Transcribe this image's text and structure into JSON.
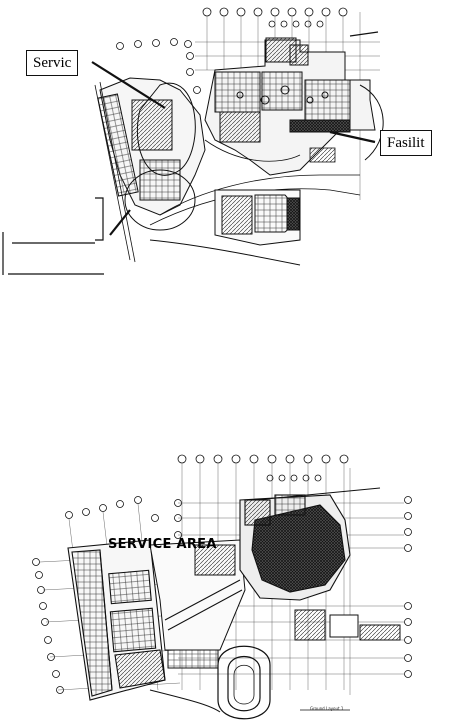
{
  "top_plan": {
    "callout_left": "Servic",
    "callout_right": "Fasilit"
  },
  "bottom_plan": {
    "area_label": "SERVICE AREA",
    "caption": "Ground Layout  1"
  }
}
